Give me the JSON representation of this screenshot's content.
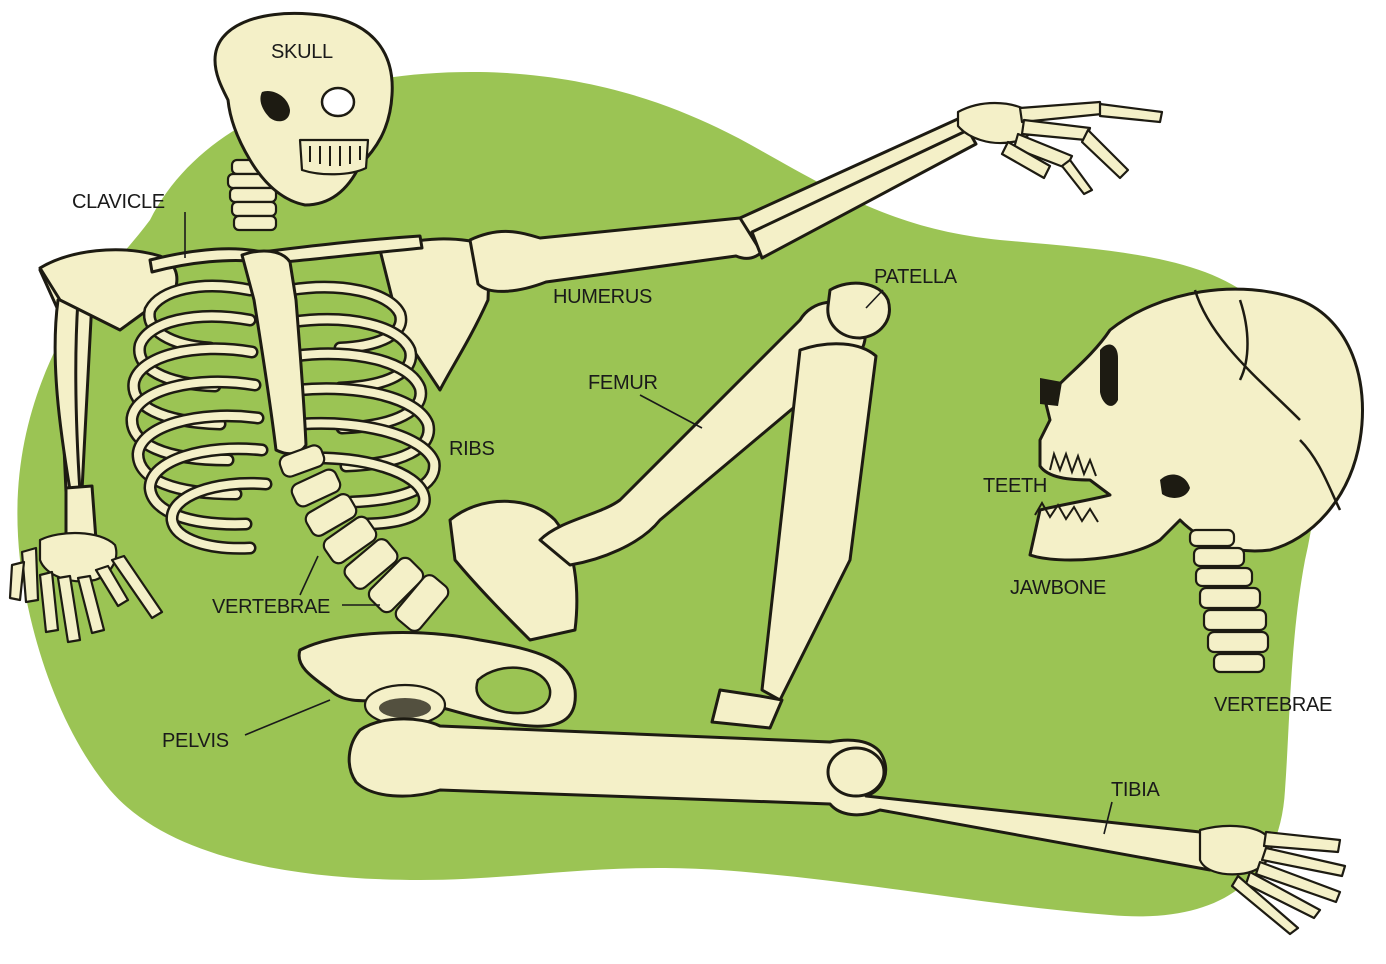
{
  "colors": {
    "background": "#ffffff",
    "blob": "#9bc454",
    "bone": "#f4f0c8",
    "outline": "#1d1b12"
  },
  "labels": {
    "skull": "SKULL",
    "clavicle": "CLAVICLE",
    "humerus": "HUMERUS",
    "patella": "PATELLA",
    "femur": "FEMUR",
    "ribs": "RIBS",
    "teeth": "TEETH",
    "jawbone": "JAWBONE",
    "vertebrae_spine": "VERTEBRAE",
    "vertebrae_neck": "VERTEBRAE",
    "pelvis": "PELVIS",
    "tibia": "TIBIA"
  }
}
